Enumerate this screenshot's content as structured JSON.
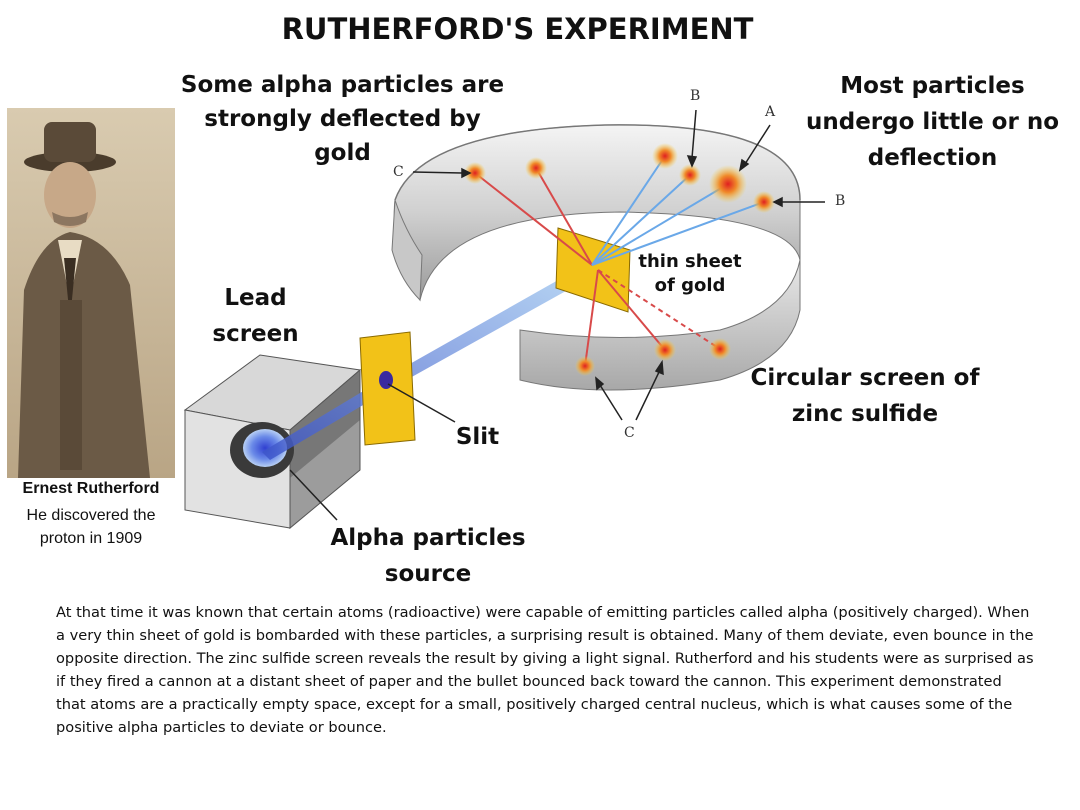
{
  "title": "RUTHERFORD'S EXPERIMENT",
  "labels": {
    "strongly_deflected": "Some alpha particles are strongly deflected by gold",
    "little_deflection": "Most particles undergo little or no deflection",
    "lead_screen": "Lead screen",
    "gold_sheet": "thin sheet of gold",
    "circular_screen": "Circular screen of zinc sulfide",
    "slit": "Slit",
    "source": "Alpha particles source"
  },
  "letters": {
    "a": "A",
    "b_top": "B",
    "b_right": "B",
    "c_left": "C",
    "c_bottom": "C"
  },
  "portrait": {
    "name": "Ernest Rutherford",
    "description": "He discovered the proton in 1909"
  },
  "paragraph": "At that time it was known that certain atoms (radioactive) were capable of emitting particles called alpha (positively charged). When a very thin sheet of gold is bombarded with these particles, a surprising result is obtained. Many of them deviate, even bounce in the opposite direction. The zinc sulfide screen reveals the result by giving a light signal. Rutherford and his students were as surprised as if they fired a cannon at a distant sheet of paper and the bullet bounced back toward the cannon. This experiment demonstrated that atoms are a practically empty space, except for a small, positively charged central nucleus, which is what causes some of the positive alpha particles to deviate or bounce.",
  "colors": {
    "gold": "#f2c218",
    "beam": "#6aa8e8",
    "deflect_line": "#d84a4a",
    "ring": "#bdbdbd",
    "spot": "#e0302a"
  }
}
